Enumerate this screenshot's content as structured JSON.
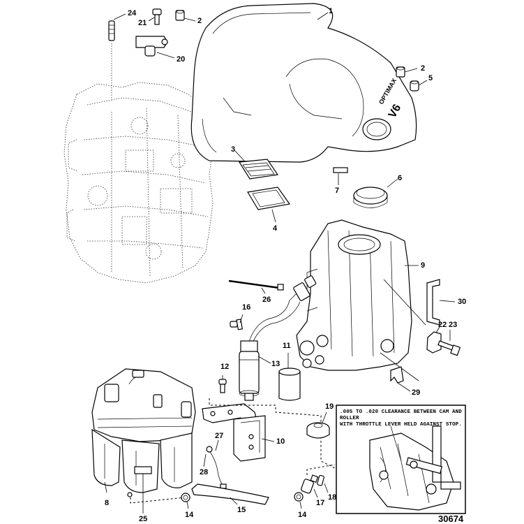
{
  "figure_number": "30674",
  "clearance_note": {
    "line1": ".005 TO .020 CLEARANCE BETWEEN CAM AND ROLLER",
    "line2": "WITH THROTTLE LEVER HELD AGAINST STOP."
  },
  "cover_logo": {
    "brand": "OPTIMAX",
    "model": "V6"
  },
  "callouts": {
    "c1": "1",
    "c2a": "2",
    "c2b": "2",
    "c3": "3",
    "c4": "4",
    "c5": "5",
    "c6": "6",
    "c7": "7",
    "c8": "8",
    "c9": "9",
    "c10": "10",
    "c11": "11",
    "c12": "12",
    "c13": "13",
    "c14a": "14",
    "c14b": "14",
    "c15": "15",
    "c16": "16",
    "c17": "17",
    "c18": "18",
    "c19": "19",
    "c20": "20",
    "c21": "21",
    "c22": "22",
    "c23": "23",
    "c24": "24",
    "c25": "25",
    "c26": "26",
    "c27": "27",
    "c28": "28",
    "c29": "29",
    "c30": "30"
  }
}
